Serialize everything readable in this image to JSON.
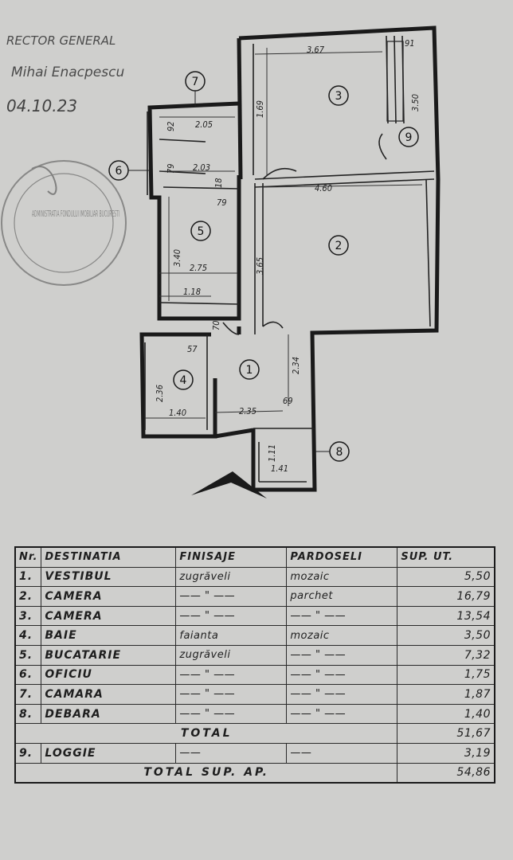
{
  "stamp": {
    "director_title": "RECTOR GENERAL",
    "director_name": "Mihai Enacpescu",
    "date": "04.10.23",
    "seal_text": "ADMINISTRATIA FONDULUI IMOBILIAR BUCURESTI"
  },
  "plan": {
    "room_labels": [
      "1",
      "2",
      "3",
      "4",
      "5",
      "6",
      "7",
      "8",
      "9"
    ],
    "dimensions": {
      "d_367": "3.67",
      "d_91": "91",
      "d_350": "3.50",
      "d_169": "1.69",
      "d_205": "2.05",
      "d_92": "92",
      "d_79a": "79",
      "d_203": "2.03",
      "d_18": "18",
      "d_79b": "79",
      "d_460": "4.60",
      "d_340": "3.40",
      "d_365": "3.65",
      "d_275": "2.75",
      "d_118": "1.18",
      "d_70": "70",
      "d_57": "57",
      "d_236": "2.36",
      "d_140": "1.40",
      "d_235": "2.35",
      "d_69": "69",
      "d_234": "2.34",
      "d_111": "1.11",
      "d_141": "1.41"
    }
  },
  "table": {
    "headers": [
      "Nr.",
      "DESTINATIA",
      "FINISAJE",
      "PARDOSELI",
      "SUP. UT."
    ],
    "rows": [
      {
        "nr": "1.",
        "dest": "VESTIBUL",
        "fin": "zugrăveli",
        "par": "mozaic",
        "sup": "5,50"
      },
      {
        "nr": "2.",
        "dest": "CAMERA",
        "fin": "—— \" ——",
        "par": "parchet",
        "sup": "16,79"
      },
      {
        "nr": "3.",
        "dest": "CAMERA",
        "fin": "—— \" ——",
        "par": "—— \" ——",
        "sup": "13,54"
      },
      {
        "nr": "4.",
        "dest": "BAIE",
        "fin": "faianta",
        "par": "mozaic",
        "sup": "3,50"
      },
      {
        "nr": "5.",
        "dest": "BUCATARIE",
        "fin": "zugrăveli",
        "par": "—— \" ——",
        "sup": "7,32"
      },
      {
        "nr": "6.",
        "dest": "OFICIU",
        "fin": "—— \" ——",
        "par": "—— \" ——",
        "sup": "1,75"
      },
      {
        "nr": "7.",
        "dest": "CAMARA",
        "fin": "—— \" ——",
        "par": "—— \" ——",
        "sup": "1,87"
      },
      {
        "nr": "8.",
        "dest": "DEBARA",
        "fin": "—— \" ——",
        "par": "—— \" ——",
        "sup": "1,40"
      }
    ],
    "total_label": "TOTAL",
    "total_value": "51,67",
    "loggia": {
      "nr": "9.",
      "dest": "LOGGIE",
      "fin": "——",
      "par": "——",
      "sup": "3,19"
    },
    "grand_total_label": "TOTAL SUP. AP.",
    "grand_total_value": "54,86"
  }
}
